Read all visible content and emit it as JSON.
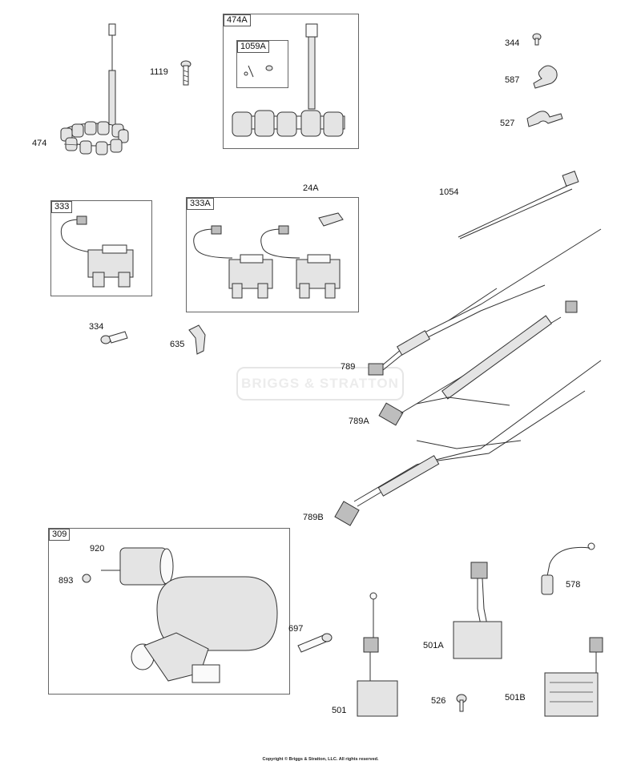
{
  "watermark": "BRIGGS & STRATTON",
  "copyright": "Copyright © Briggs & Stratton, LLC. All rights reserved.",
  "parts": [
    {
      "id": "474"
    },
    {
      "id": "1119"
    },
    {
      "id": "474A"
    },
    {
      "id": "1059A"
    },
    {
      "id": "344"
    },
    {
      "id": "587"
    },
    {
      "id": "527"
    },
    {
      "id": "333"
    },
    {
      "id": "333A"
    },
    {
      "id": "24A"
    },
    {
      "id": "1054"
    },
    {
      "id": "334"
    },
    {
      "id": "635"
    },
    {
      "id": "789"
    },
    {
      "id": "789A"
    },
    {
      "id": "789B"
    },
    {
      "id": "309"
    },
    {
      "id": "920"
    },
    {
      "id": "893"
    },
    {
      "id": "697"
    },
    {
      "id": "578"
    },
    {
      "id": "501A"
    },
    {
      "id": "501"
    },
    {
      "id": "526"
    },
    {
      "id": "501B"
    }
  ]
}
